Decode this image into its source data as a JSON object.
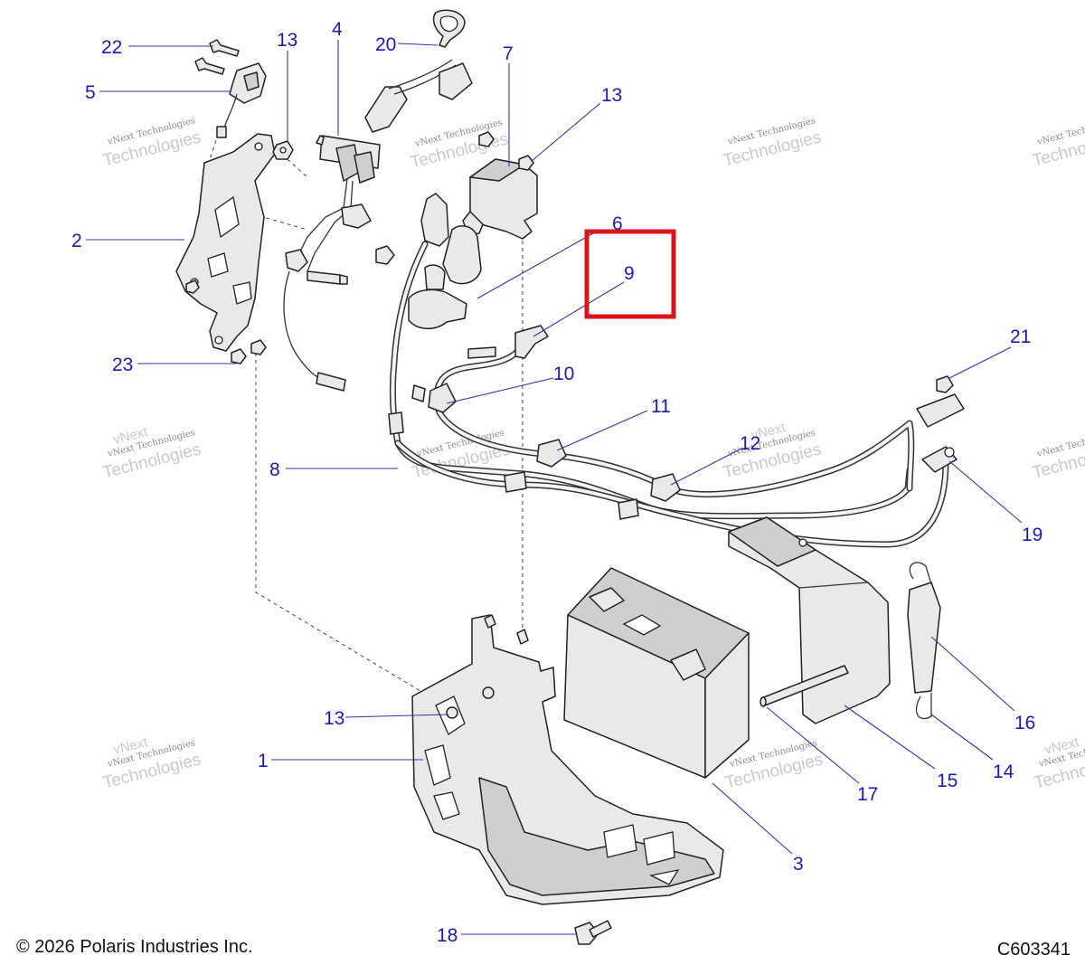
{
  "footer": {
    "copyright": "© 2026 Polaris Industries Inc.",
    "diagram_code": "C603341"
  },
  "watermark": {
    "line1": "vNext Technologies",
    "line2": "Technologies",
    "prefix": "vNext"
  },
  "callouts": [
    {
      "id": "c22",
      "label": "22"
    },
    {
      "id": "c5",
      "label": "5"
    },
    {
      "id": "c13a",
      "label": "13"
    },
    {
      "id": "c4",
      "label": "4"
    },
    {
      "id": "c20",
      "label": "20"
    },
    {
      "id": "c7",
      "label": "7"
    },
    {
      "id": "c13b",
      "label": "13"
    },
    {
      "id": "c2",
      "label": "2"
    },
    {
      "id": "c6",
      "label": "6"
    },
    {
      "id": "c9",
      "label": "9"
    },
    {
      "id": "c23",
      "label": "23"
    },
    {
      "id": "c10",
      "label": "10"
    },
    {
      "id": "c21",
      "label": "21"
    },
    {
      "id": "c11",
      "label": "11"
    },
    {
      "id": "c12",
      "label": "12"
    },
    {
      "id": "c8",
      "label": "8"
    },
    {
      "id": "c19",
      "label": "19"
    },
    {
      "id": "c16",
      "label": "16"
    },
    {
      "id": "c13c",
      "label": "13"
    },
    {
      "id": "c1",
      "label": "1"
    },
    {
      "id": "c14",
      "label": "14"
    },
    {
      "id": "c15",
      "label": "15"
    },
    {
      "id": "c17",
      "label": "17"
    },
    {
      "id": "c3",
      "label": "3"
    },
    {
      "id": "c18",
      "label": "18"
    }
  ],
  "highlight": {
    "target": "9",
    "color": "#d8141c"
  },
  "colors": {
    "callout": "#1a1ab8",
    "highlight": "#d8141c",
    "linework": "#222222"
  }
}
